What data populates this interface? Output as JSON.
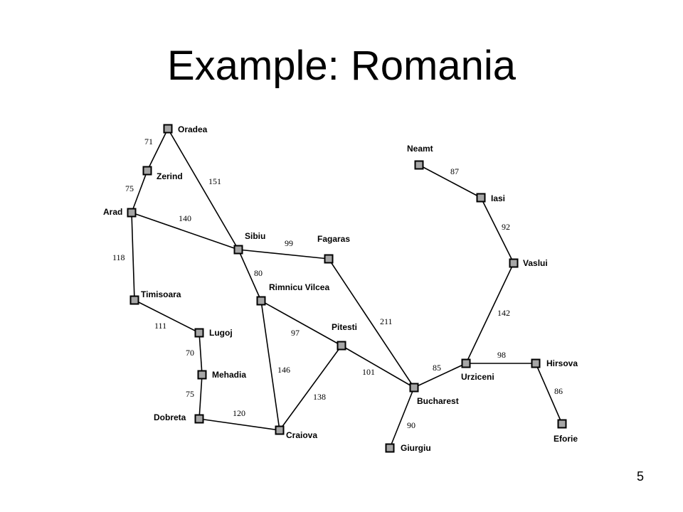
{
  "slide": {
    "title": "Example: Romania",
    "page_number": "5"
  },
  "map": {
    "cities": [
      {
        "id": "oradea",
        "name": "Oradea"
      },
      {
        "id": "zerind",
        "name": "Zerind"
      },
      {
        "id": "arad",
        "name": "Arad"
      },
      {
        "id": "sibiu",
        "name": "Sibiu"
      },
      {
        "id": "fagaras",
        "name": "Fagaras"
      },
      {
        "id": "timisoara",
        "name": "Timisoara"
      },
      {
        "id": "rimnicu-vilcea",
        "name": "Rimnicu Vilcea"
      },
      {
        "id": "lugoj",
        "name": "Lugoj"
      },
      {
        "id": "mehadia",
        "name": "Mehadia"
      },
      {
        "id": "dobreta",
        "name": "Dobreta"
      },
      {
        "id": "craiova",
        "name": "Craiova"
      },
      {
        "id": "pitesti",
        "name": "Pitesti"
      },
      {
        "id": "bucharest",
        "name": "Bucharest"
      },
      {
        "id": "giurgiu",
        "name": "Giurgiu"
      },
      {
        "id": "urziceni",
        "name": "Urziceni"
      },
      {
        "id": "hirsova",
        "name": "Hirsova"
      },
      {
        "id": "eforie",
        "name": "Eforie"
      },
      {
        "id": "vaslui",
        "name": "Vaslui"
      },
      {
        "id": "iasi",
        "name": "Iasi"
      },
      {
        "id": "neamt",
        "name": "Neamt"
      }
    ],
    "roads": [
      {
        "from": "oradea",
        "to": "zerind",
        "distance": "71"
      },
      {
        "from": "oradea",
        "to": "sibiu",
        "distance": "151"
      },
      {
        "from": "zerind",
        "to": "arad",
        "distance": "75"
      },
      {
        "from": "arad",
        "to": "sibiu",
        "distance": "140"
      },
      {
        "from": "arad",
        "to": "timisoara",
        "distance": "118"
      },
      {
        "from": "sibiu",
        "to": "fagaras",
        "distance": "99"
      },
      {
        "from": "sibiu",
        "to": "rimnicu-vilcea",
        "distance": "80"
      },
      {
        "from": "timisoara",
        "to": "lugoj",
        "distance": "111"
      },
      {
        "from": "lugoj",
        "to": "mehadia",
        "distance": "70"
      },
      {
        "from": "mehadia",
        "to": "dobreta",
        "distance": "75"
      },
      {
        "from": "dobreta",
        "to": "craiova",
        "distance": "120"
      },
      {
        "from": "rimnicu-vilcea",
        "to": "craiova",
        "distance": "146"
      },
      {
        "from": "rimnicu-vilcea",
        "to": "pitesti",
        "distance": "97"
      },
      {
        "from": "craiova",
        "to": "pitesti",
        "distance": "138"
      },
      {
        "from": "pitesti",
        "to": "bucharest",
        "distance": "101"
      },
      {
        "from": "fagaras",
        "to": "bucharest",
        "distance": "211"
      },
      {
        "from": "bucharest",
        "to": "giurgiu",
        "distance": "90"
      },
      {
        "from": "bucharest",
        "to": "urziceni",
        "distance": "85"
      },
      {
        "from": "urziceni",
        "to": "hirsova",
        "distance": "98"
      },
      {
        "from": "hirsova",
        "to": "eforie",
        "distance": "86"
      },
      {
        "from": "urziceni",
        "to": "vaslui",
        "distance": "142"
      },
      {
        "from": "vaslui",
        "to": "iasi",
        "distance": "92"
      },
      {
        "from": "iasi",
        "to": "neamt",
        "distance": "87"
      }
    ]
  }
}
